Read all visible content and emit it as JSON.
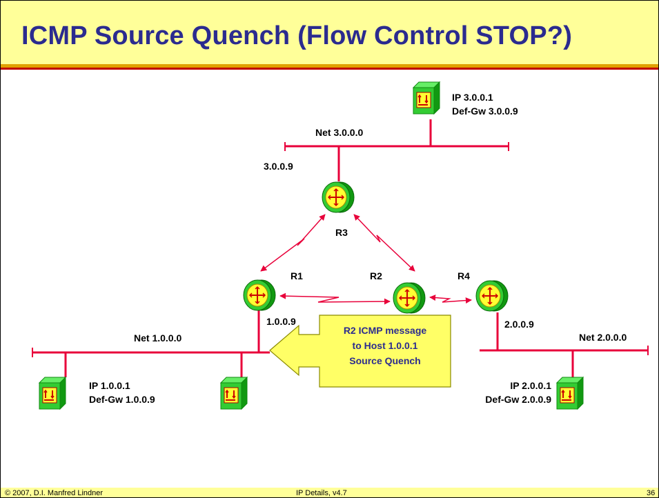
{
  "slide": {
    "title": "ICMP Source Quench (Flow Control STOP?)",
    "footer_left": "© 2007, D.I. Manfred Lindner",
    "footer_center": "IP Details, v4.7",
    "footer_right": "36"
  },
  "networks": {
    "net3": "Net 3.0.0.0",
    "net1": "Net 1.0.0.0",
    "net2": "Net 2.0.0.0"
  },
  "routers": {
    "r3": "R3",
    "r1": "R1",
    "r2": "R2",
    "r4": "R4"
  },
  "interfaces": {
    "r3_net3": "3.0.0.9",
    "r1_net1": "1.0.0.9",
    "r4_net2": "2.0.0.9"
  },
  "hosts": {
    "host3": {
      "ip": "IP 3.0.0.1",
      "gw": "Def-Gw  3.0.0.9"
    },
    "host1": {
      "ip": "IP 1.0.0.1",
      "gw": "Def-Gw  1.0.0.9"
    },
    "host2": {
      "ip": "IP 2.0.0.1",
      "gw": "Def-Gw  2.0.0.9"
    }
  },
  "icmp_message": {
    "line1": "R2  ICMP message",
    "line2": "to Host 1.0.0.1",
    "line3": "Source Quench"
  },
  "colors": {
    "title_bg": "#ffff99",
    "title_text": "#2b2b8f",
    "network_line": "#e8003a",
    "device_green": "#33cc33",
    "device_yellow": "#ffff33",
    "callout": "#ffff66"
  }
}
